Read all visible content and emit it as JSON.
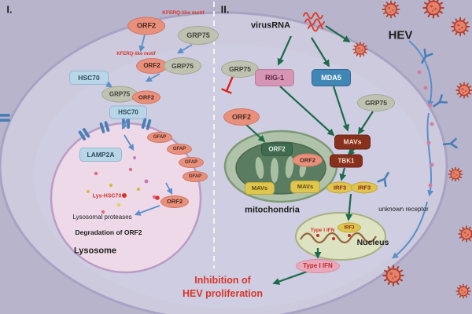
{
  "panel_labels": {
    "left": "I.",
    "right": "II."
  },
  "colors": {
    "background": "#b7b4cc",
    "cell": "#cdcade",
    "salmon_protein": "#e9907c",
    "grey_protein": "#bfc2b1",
    "light_blue_protein": "#b9d6e9",
    "rig1_pink": "#d795b6",
    "mda5_blue": "#4187b5",
    "mavs_maroon": "#87301d",
    "irf3_yellow": "#dec54e",
    "green_arrow": "#1d6b4a",
    "blue_arrow": "#5b8fc9",
    "red_accent": "#d6362a",
    "lysosome_pink": "#eed9e8",
    "mitochondria_green": "#5a7d61",
    "nucleus_fill": "#dde2c3",
    "virion_coral": "#e5826c"
  },
  "left": {
    "kferq_motif_top": "KFERQ-like motif",
    "orf2_top": "ORF2",
    "grp75_top": "GRP75",
    "kferq_motif_mid": "KFERQ-like motif",
    "orf2_mid": "ORF2",
    "grp75_mid": "GRP75",
    "hsc70_upper": "HSC70",
    "grp75_lower": "GRP75",
    "orf2_lower": "ORF2",
    "hsc70_lower": "HSC70",
    "lamp2a": "LAMP2A",
    "gfap": [
      "GFAP",
      "GFAP",
      "GFAP",
      "GFAP"
    ],
    "lys_hsc70": "Lys-HSC70",
    "orf2_in_lysosome": "ORF2",
    "lysosomal_proteases": "Lysosomal proteases",
    "degradation_of_orf2": "Degradation of ORF2",
    "lysosome_label": "Lysosome"
  },
  "right": {
    "virus_rna": "virusRNA",
    "hev_label": "HEV",
    "grp75_top": "GRP75",
    "rig1": "RIG-1",
    "mda5": "MDA5",
    "orf2_free": "ORF2",
    "grp75_right": "GRP75",
    "mavs": "MAVs",
    "tbk1": "TBK1",
    "irf3_left": "IRF3",
    "irf3_right": "IRF3",
    "orf2_mito_green": "ORF2",
    "orf2_mito_salmon": "ORF2",
    "mavs_mito_left": "MAVs",
    "mavs_mito_right": "MAVs",
    "mitochondria_label": "mitochondria",
    "type1_ifn_nucleus": "Type I IFN",
    "irf3_nucleus": "IRF3",
    "nucleus_label": "Nucleus",
    "type1_ifn_secreted": "Type I IFN",
    "unknown_receptor": "unknown receptor",
    "inhibition_line1": "Inhibition of",
    "inhibition_line2": "HEV proliferation"
  }
}
